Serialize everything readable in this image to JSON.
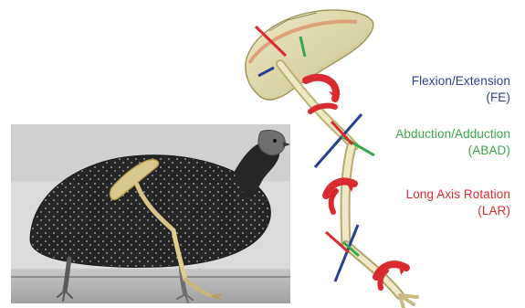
{
  "labels": {
    "fe": {
      "name": "Flexion/Extension",
      "abbr": "(FE)",
      "color": "#2b3f91"
    },
    "abad": {
      "name": "Abduction/Adduction",
      "abbr": "(ABAD)",
      "color": "#3aa64a"
    },
    "lar": {
      "name": "Long Axis Rotation",
      "abbr": "(LAR)",
      "color": "#d92a2f"
    }
  },
  "colors": {
    "fe_axis": "#2b3f91",
    "abad_axis": "#3aa64a",
    "lar_axis": "#d92a2f",
    "bone": "#d8d1a3",
    "bone_shadow": "#b9ad73",
    "bird_body": "#1f1f1f",
    "photo_background": "#d9d9d9"
  }
}
